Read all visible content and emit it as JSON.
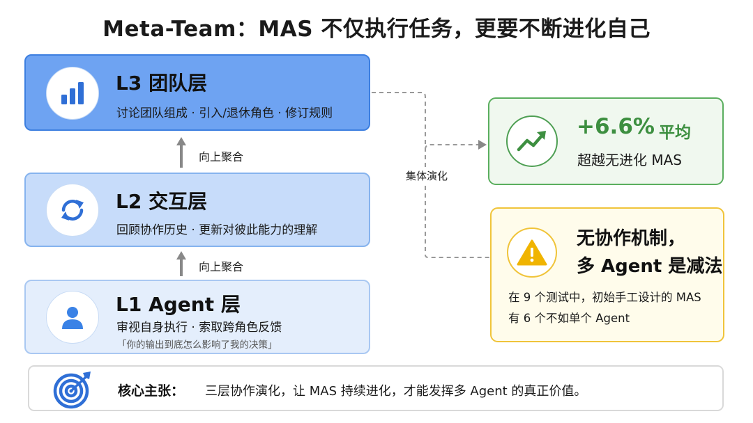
{
  "title": "Meta-Team：MAS 不仅执行任务，更要不断进化自己",
  "layers": [
    {
      "id": "L3",
      "title": "L3 团队层",
      "description": "讨论团队组成 · 引入/退休角色 · 修订规则",
      "icon": "bar-chart-icon",
      "fill_color": "#6ea3f2"
    },
    {
      "id": "L2",
      "title": "L2 交互层",
      "description": "回顾协作历史 · 更新对彼此能力的理解",
      "icon": "refresh-icon",
      "fill_color": "#c7dcfa"
    },
    {
      "id": "L1",
      "title": "L1 Agent 层",
      "description": "审视自身执行 · 索取跨角色反馈",
      "quote": "「你的输出到底怎么影响了我的决策」",
      "icon": "person-icon",
      "fill_color": "#e4eefc"
    }
  ],
  "aggregation_labels": [
    "向上聚合",
    "向上聚合"
  ],
  "collective_label": "集体演化",
  "result_card": {
    "value": "+6.6%",
    "unit": "平均",
    "description": "超越无进化 MAS",
    "icon": "trend-up-icon",
    "accent_color": "#3d8f40"
  },
  "warning_card": {
    "title_lines": [
      "无协作机制，",
      "多 Agent 是减法"
    ],
    "description_lines": [
      "在 9 个测试中，初始手工设计的 MAS",
      "有 6 个不如单个 Agent"
    ],
    "icon": "warning-icon",
    "accent_color": "#f0c43a"
  },
  "core_claim": {
    "label": "核心主张：",
    "text": "三层协作演化，让 MAS 持续进化，才能发挥多 Agent 的真正价值。",
    "icon": "target-icon"
  }
}
